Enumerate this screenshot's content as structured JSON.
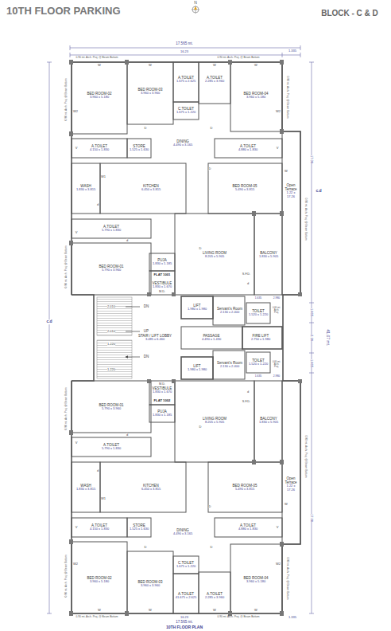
{
  "diagram": {
    "title": "10TH FLOOR PARKING",
    "caption": "10TH FLOOR PLAN",
    "nodes": [
      {
        "text": [
          "BED ROOM-02",
          "3.960 x 5.180"
        ]
      },
      {
        "text": [
          "BED ROOM-03",
          "3.960 x 3.960"
        ]
      },
      {
        "text": [
          "A.TOILET",
          "1.675 x 2.625"
        ]
      },
      {
        "text": [
          "A.TOILET",
          "2.285 x 3.960"
        ]
      },
      {
        "text": [
          "C.TOILET",
          "1.675 x 1.220"
        ]
      },
      {
        "text": [
          "BED ROOM-04",
          "3.960 x 5.180"
        ]
      },
      {
        "text": [
          "DINING",
          "4.490 x 3.165"
        ]
      },
      {
        "text": [
          "A.TOILET",
          "4.150 x 1.830"
        ]
      },
      {
        "text": [
          "STORE",
          "1.525 x 1.630"
        ]
      },
      {
        "text": [
          "A.TOILET",
          "4.880 x 1.830"
        ]
      },
      {
        "text": [
          "WASH",
          "1.830 x 3.815"
        ]
      },
      {
        "text": [
          "KITCHEN",
          "6.450 x 3.815"
        ]
      },
      {
        "text": [
          "BED ROOM-05",
          "5.490 x 3.815"
        ]
      },
      {
        "text": [
          "Open Terrace",
          "1.22 x 17.26"
        ]
      },
      {
        "text": [
          "A.TOILET",
          "5.790 x 1.830"
        ]
      },
      {
        "text": [
          "BED ROOM-01",
          "5.790 x 3.960"
        ]
      },
      {
        "text": [
          "PUJA",
          "1.830 x 1.185"
        ]
      },
      {
        "text": [
          "VESTIBULE",
          "1.830 x 1.670"
        ]
      },
      {
        "text": [
          "LIVING ROOM",
          "8.205 x 5.905"
        ]
      },
      {
        "text": [
          "BALCONY",
          "1.830 x 5.905"
        ]
      },
      {
        "text": [
          "LIFT",
          "1.980 x 1.980"
        ]
      },
      {
        "text": [
          "Servant's Room",
          "2.130 x 2.400"
        ]
      },
      {
        "text": [
          "TOILET",
          "1.520 x 1.220"
        ]
      },
      {
        "text": [
          "STAIR / LIFT LOBBY",
          "3.485 x 6.460"
        ]
      },
      {
        "text": [
          "PASSAGE",
          "4.490 x 1.430"
        ]
      },
      {
        "text": [
          "FIRE LIFT",
          "2.750 x 1.980"
        ]
      },
      {
        "text": [
          "LIFT",
          "1.980 x 1.980"
        ]
      },
      {
        "text": [
          "Servant's Room",
          "2.130 x 2.400"
        ]
      },
      {
        "text": [
          "TOILET",
          "1.520 x 1.220"
        ]
      },
      {
        "text": [
          "VESTIBULE",
          "1.830 x 1.670"
        ]
      },
      {
        "text": [
          "PUJA",
          "1.830 x 1.185"
        ]
      },
      {
        "text": [
          "BED ROOM-01",
          "5.790 x 3.960"
        ]
      },
      {
        "text": [
          "LIVING ROOM",
          "8.205 x 5.905"
        ]
      },
      {
        "text": [
          "BALCONY",
          "1.830 x 5.905"
        ]
      },
      {
        "text": [
          "A.TOILET",
          "5.790 x 1.830"
        ]
      },
      {
        "text": [
          "WASH",
          "1.830 x 3.815"
        ]
      },
      {
        "text": [
          "KITCHEN",
          "6.450 x 3.815"
        ]
      },
      {
        "text": [
          "BED ROOM-05",
          "5.490 x 3.815"
        ]
      },
      {
        "text": [
          "Open Terrace",
          "1.22 x 17.26"
        ]
      },
      {
        "text": [
          "A.TOILET",
          "4.150 x 1.830"
        ]
      },
      {
        "text": [
          "STORE",
          "1.525 x 1.630"
        ]
      },
      {
        "text": [
          "A.TOILET",
          "4.880 x 1.830"
        ]
      },
      {
        "text": [
          "DINING",
          "4.490 x 3.165"
        ]
      },
      {
        "text": [
          "C.TOILET",
          "1.675 x 1.220"
        ]
      },
      {
        "text": [
          "BED ROOM-02",
          "3.960 x 5.180"
        ]
      },
      {
        "text": [
          "BED ROOM-03",
          "3.960 x 3.960"
        ]
      },
      {
        "text": [
          "A.TOILET",
          "2.285 x 3.960"
        ]
      },
      {
        "text": [
          "BED ROOM-04",
          "3.960 x 5.180"
        ]
      },
      {
        "text": [
          "A.TOILET",
          "41.675 x 2.625"
        ]
      }
    ],
    "labels": [
      "BLOCK - C & D",
      "N",
      "17.565 mt.",
      "16.23",
      "1.335",
      "0.90 mt. Arch. Proj. @ Beam Bottom",
      "0.90 mt. Arch. Proj. @ Beam Bottom",
      "41.07 mt.",
      "c.d",
      "c.d",
      "17.08",
      "17.08",
      "1.865",
      "2.28",
      "1.865",
      "2.010",
      "DN",
      "2.010",
      "UP",
      "1.220",
      "DN",
      "1.220",
      "0.60 mt. Arch. Proj.",
      "0.60 mt. Arch. Proj.",
      "1.635",
      "2.980",
      "1.635",
      "2.980",
      "FLAT 1001",
      "M.D.",
      "FLAT 1002",
      "M.D.",
      "S.F.D.",
      "S.F.D.",
      "0.90 mt. Arch. Proj. @ Beam Bottom",
      "0.90 mt. Arch. Proj. @ Beam Bottom",
      "0.90 mt. Arch. Proj. @ Beam Bottom",
      "0.90 mt. Arch. Proj. @ Beam Bottom",
      "0.90 mt. Arch. Proj. @ Beam Bottom",
      "0.90 mt. Arch. Proj. @ Beam Bottom",
      "0.90 mt. Arch. Proj. @ Beam Bottom",
      "0.90 mt. Arch. Proj. @ Beam Bottom",
      "0.90 mt. Arch. Proj. @ Beam Bottom",
      "0.90 mt. Arch. Proj. @ Beam Bottom",
      "16.23",
      "1.335",
      "17.565 mt.",
      "W",
      "W",
      "W",
      "W",
      "W2",
      "W2",
      "D",
      "D",
      "V",
      "V",
      "D",
      "W1",
      "d",
      "W",
      "V",
      "d",
      "D",
      "d",
      "W",
      "W",
      "W",
      "W",
      "W2",
      "W2",
      "D",
      "D",
      "V",
      "V",
      "D",
      "W1",
      "d",
      "W",
      "V",
      "d",
      "D",
      "d"
    ]
  }
}
